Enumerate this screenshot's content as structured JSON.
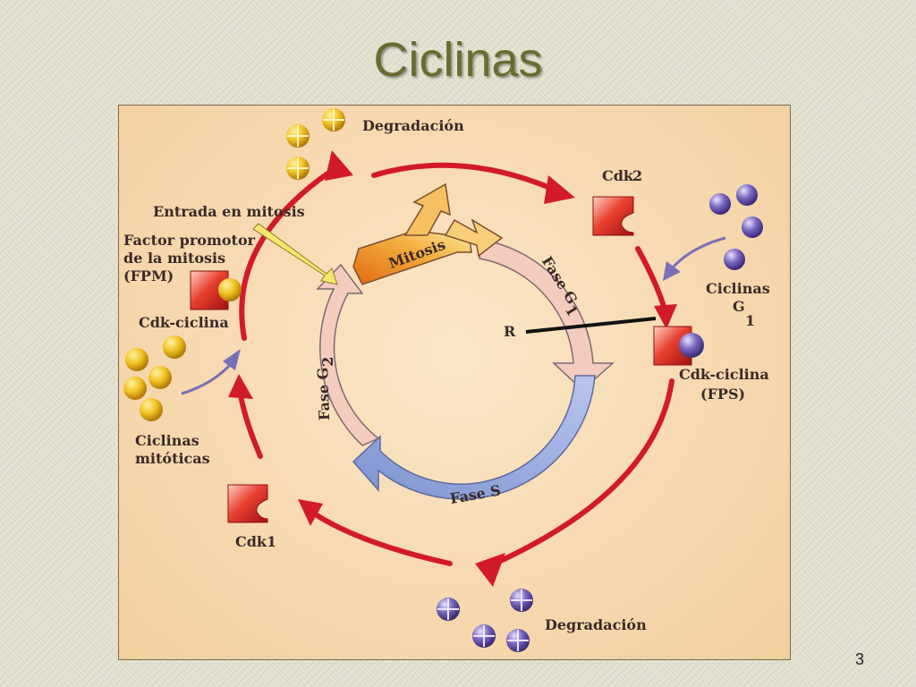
{
  "slide": {
    "title": "Ciclinas",
    "page_number": "3"
  },
  "diagram": {
    "labels": {
      "degradacion_top": "Degradación",
      "cdk2": "Cdk",
      "cdk2_sub": "2",
      "entrada_mitosis": "Entrada en mitosis",
      "fpm_line1": "Factor promotor",
      "fpm_line2": "de la mitosis",
      "fpm_line3": "(FPM)",
      "cdk_ciclina_left": "Cdk-ciclina",
      "ciclinas_g1_line1": "Ciclinas",
      "ciclinas_g1_line2": "G",
      "ciclinas_g1_sub": "1",
      "r": "R",
      "cdk_ciclina_right": "Cdk-ciclina",
      "fps": "(FPS)",
      "ciclinas_mitoticas_line1": "Ciclinas",
      "ciclinas_mitoticas_line2": "mitóticas",
      "cdk1": "Cdk",
      "cdk1_sub": "1",
      "degradacion_bottom": "Degradación"
    },
    "phases": {
      "mitosis": "Mitosis",
      "g1": "Fase G",
      "g1_sub": "1",
      "s": "Fase S",
      "g2": "Fase G",
      "g2_sub": "2"
    },
    "colors": {
      "red_arrow": "#d21a2a",
      "gold_cyclin": "#e8b820",
      "purple_cyclin": "#6a5aa8",
      "mitosis_orange": "#f2a030",
      "g1_pink": "#f4c9bd",
      "s_blue": "#8fa2d8",
      "g2_pink": "#f4c9bd"
    }
  }
}
